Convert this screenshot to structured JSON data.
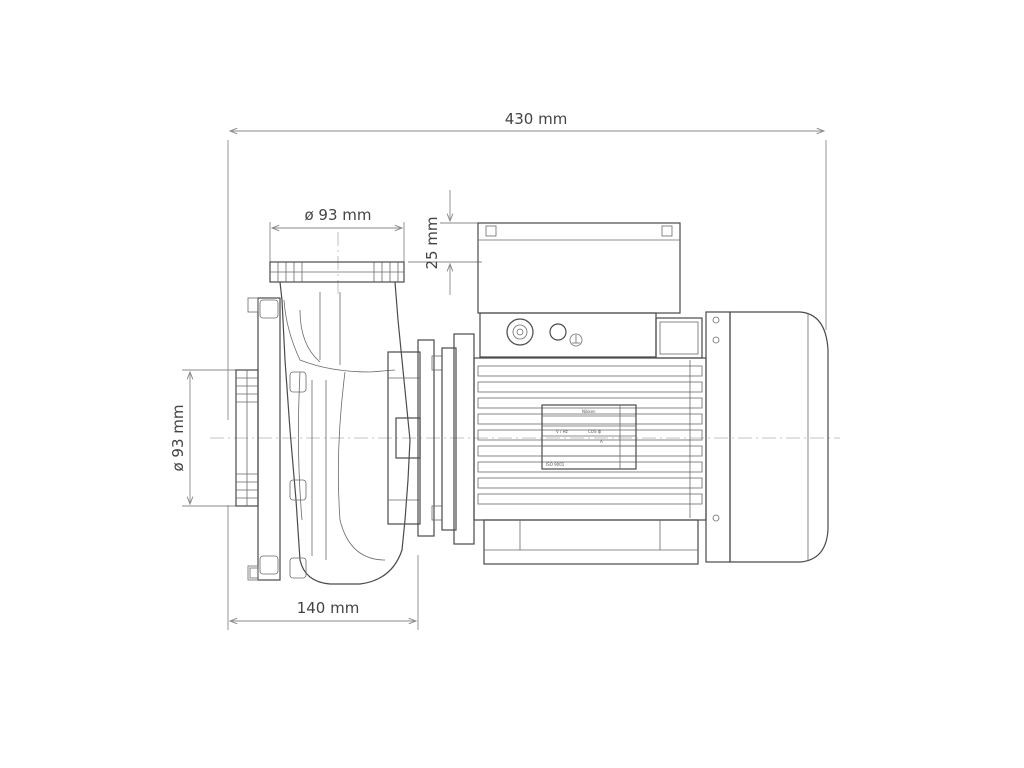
{
  "dimensions": {
    "overall_length": "430 mm",
    "top_port_diameter": "ø 93 mm",
    "top_port_height": "25 mm",
    "side_port_diameter": "ø 93 mm",
    "pump_body_length": "140 mm"
  },
  "nameplate": {
    "brand": "Nikken",
    "labels": [
      "V / Hz",
      "COS ф",
      "A",
      "ISO 9001"
    ]
  }
}
